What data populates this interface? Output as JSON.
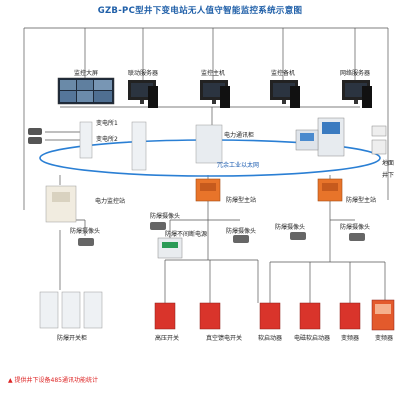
{
  "title": "GZB-PC型井下变电站无人值守智能监控系统示意图",
  "top_row": {
    "monitor_screen": "监控大屏",
    "link_server": "联动服务器",
    "monitor_host": "监控主机",
    "monitor_backup": "监控备机",
    "network_server": "网络服务器"
  },
  "substations": {
    "sub1": "变电所1",
    "sub2": "变电所2",
    "comm_cabinet": "电力通讯柜",
    "ground": "地面",
    "underground": "井下"
  },
  "ring": {
    "label": "冗余工业以太网"
  },
  "stations": {
    "power_monitor": "电力监控站",
    "ex_main_1": "防爆型主站",
    "ex_main_2": "防爆型主站"
  },
  "cameras": {
    "cam1": "防爆摄像头",
    "cam2": "防爆摄像头",
    "cam3": "防爆摄像头",
    "cam4": "防爆摄像头",
    "cam5": "防爆摄像头"
  },
  "ups": "防爆不间断电源",
  "bottom": {
    "ex_switch_cabinet": "防爆开关柜",
    "hv_switch": "高压开关",
    "feed_switch": "真空馈电开关",
    "soft_starter": "软启动器",
    "em_starter": "电磁软启动器",
    "inverter1": "变频器",
    "inverter2": "变频器"
  },
  "footnote": "▲ 提供井下设备485通讯功能统计",
  "colors": {
    "ring": "#2a7fd4",
    "orange": "#e8742a",
    "red_box": "#d9342b",
    "line": "#555555",
    "title": "#1f5fa8"
  }
}
